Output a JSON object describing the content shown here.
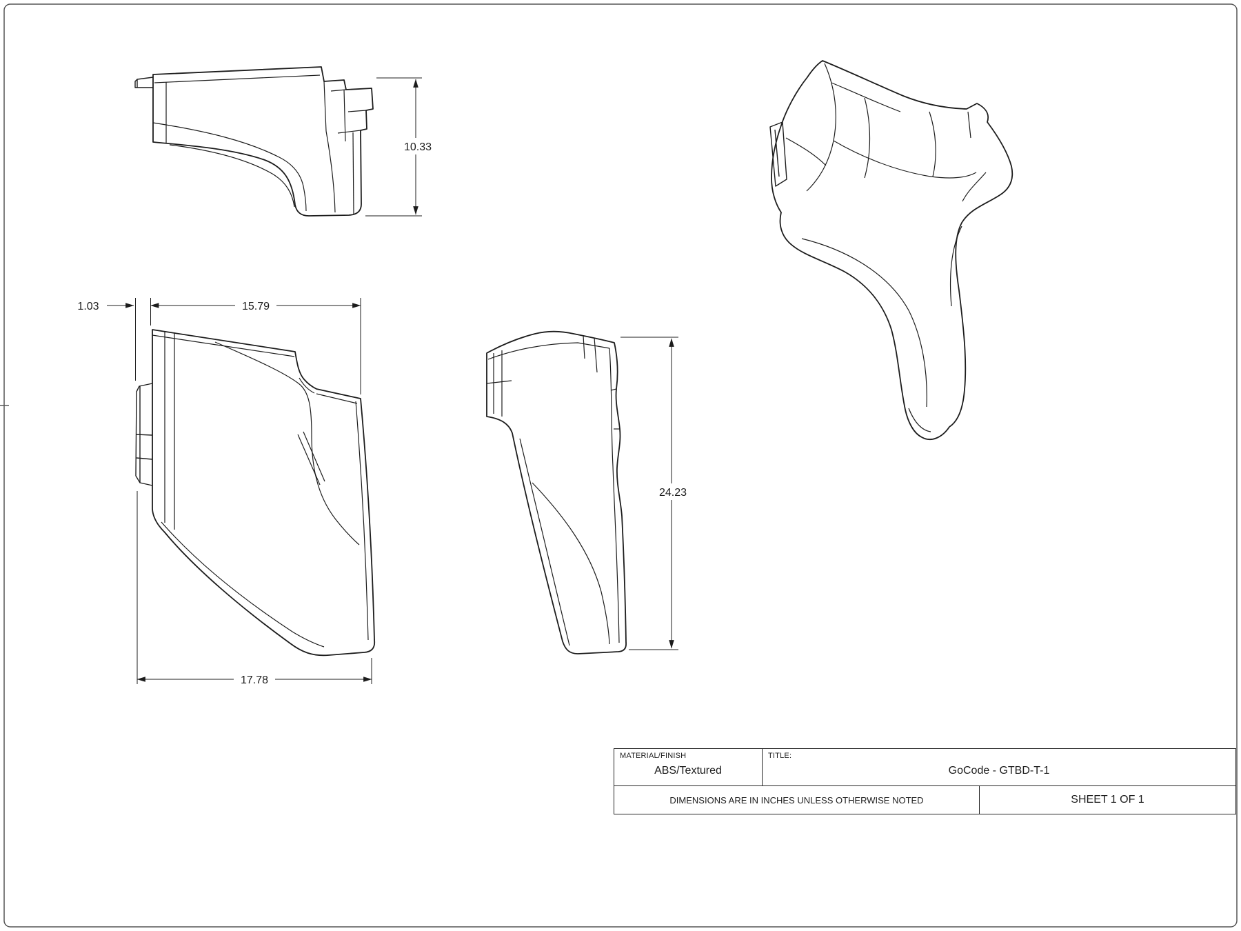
{
  "sheet": {
    "background": "#ffffff",
    "line_color": "#1c1c1c",
    "note": "DIMENSIONS ARE IN INCHES UNLESS OTHERWISE NOTED",
    "sheet_label": "SHEET 1 OF 1"
  },
  "title_block": {
    "material_label": "MATERIAL/FINISH",
    "material_value": "ABS/Textured",
    "title_label": "TITLE:",
    "title_value": "GoCode - GTBD-T-1"
  },
  "dimensions": {
    "overall_height": "10.33",
    "tab_width": "1.03",
    "top_width": "15.79",
    "bottom_width": "17.78",
    "side_height": "24.23"
  }
}
